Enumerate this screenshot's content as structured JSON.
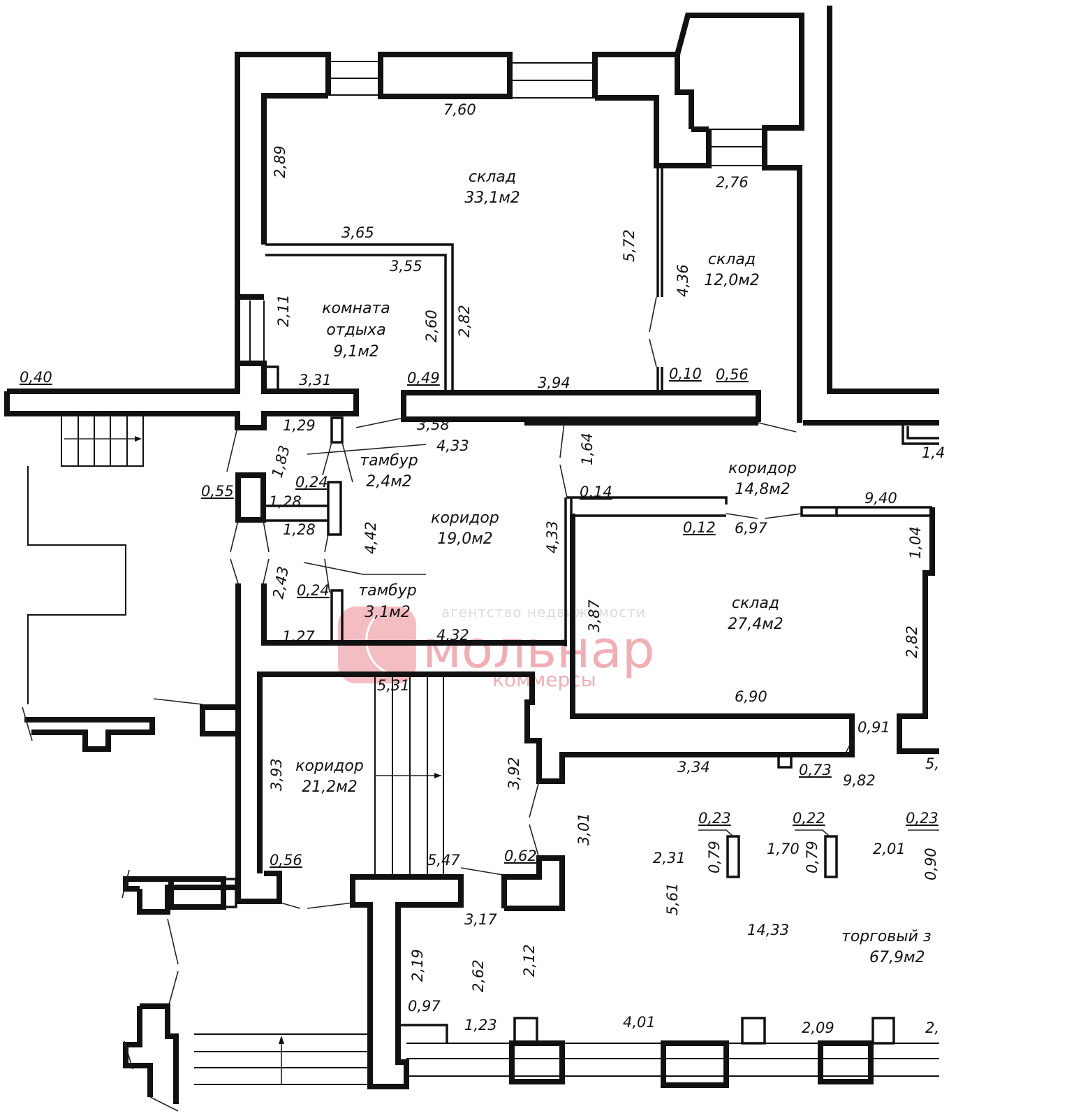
{
  "rooms": [
    {
      "id": "sklad1",
      "name": "склад",
      "area": "33,1м2"
    },
    {
      "id": "sklad2",
      "name": "склад",
      "area": "12,0м2"
    },
    {
      "id": "komnata",
      "name_line1": "комната",
      "name_line2": "отдыха",
      "area": "9,1м2"
    },
    {
      "id": "tambur1",
      "name": "тамбур",
      "area": "2,4м2"
    },
    {
      "id": "koridor1",
      "name": "коридор",
      "area": "19,0м2"
    },
    {
      "id": "tambur2",
      "name": "тамбур",
      "area": "3,1м2"
    },
    {
      "id": "koridor2",
      "name": "коридор",
      "area": "14,8м2"
    },
    {
      "id": "sklad3",
      "name": "склад",
      "area": "27,4м2"
    },
    {
      "id": "koridor3",
      "name": "коридор",
      "area": "21,2м2"
    },
    {
      "id": "torgovy",
      "name": "торговый з",
      "area": "67,9м2"
    }
  ],
  "dimensions": {
    "d760": "7,60",
    "d289": "2,89",
    "d365": "3,65",
    "d572": "5,72",
    "d276": "2,76",
    "d436": "4,36",
    "d355": "3,55",
    "d211": "2,11",
    "d260": "2,60",
    "d282a": "2,82",
    "d331": "3,31",
    "d049": "0,49",
    "d394": "3,94",
    "d010": "0,10",
    "d056a": "0,56",
    "d040": "0,40",
    "d129": "1,29",
    "d358": "3,58",
    "d433a": "4,33",
    "d183": "1,83",
    "d024a": "0,24",
    "d055": "0,55",
    "d128a": "1,28",
    "d128b": "1,28",
    "d442": "4,42",
    "d433b": "4,33",
    "d164": "1,64",
    "d014": "0,14",
    "d012": "0,12",
    "d697": "6,97",
    "d940": "9,40",
    "d104": "1,04",
    "d243": "2,43",
    "d024b": "0,24",
    "d387": "3,87",
    "d127": "1,27",
    "d432": "4,32",
    "d282b": "2,82",
    "d690": "6,90",
    "d531": "5,31",
    "d091": "0,91",
    "d393": "3,93",
    "d392": "3,92",
    "d334": "3,34",
    "d073": "0,73",
    "d982": "9,82",
    "d301": "3,01",
    "d023a": "0,23",
    "d022": "0,22",
    "d023b": "0,23",
    "d079a": "0,79",
    "d079b": "0,79",
    "d170": "1,70",
    "d231": "2,31",
    "d201": "2,01",
    "d090": "0,90",
    "d056b": "0,56",
    "d547": "5,47",
    "d062": "0,62",
    "d561": "5,61",
    "d317": "3,17",
    "d1433": "14,33",
    "d219": "2,19",
    "d262": "2,62",
    "d212": "2,12",
    "d097": "0,97",
    "d123": "1,23",
    "d401": "4,01",
    "d209": "2,09",
    "d14cut": "1,4",
    "d5cut": "5,",
    "d2cut": "2,"
  },
  "watermark": {
    "tagline": "агентство недвижимости",
    "brand": "мольнар",
    "sub": "коммерсы",
    "color": "#f1a6ad"
  }
}
